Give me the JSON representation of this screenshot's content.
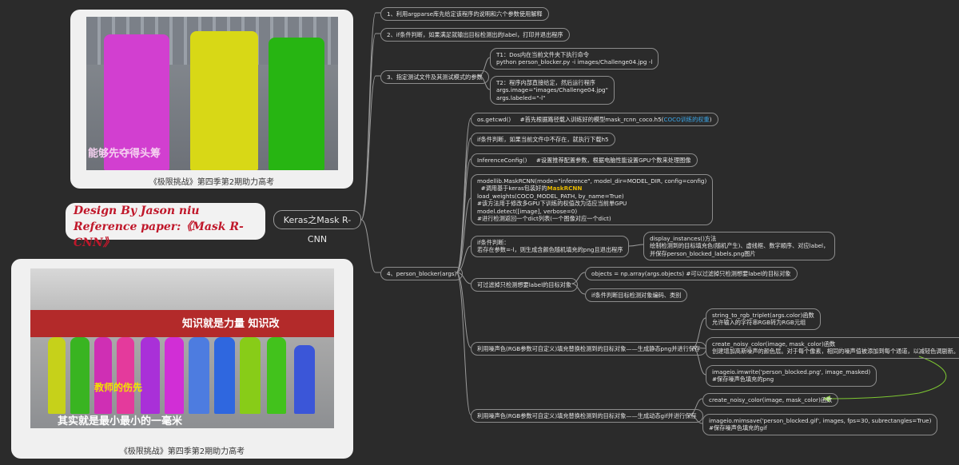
{
  "photo_top": {
    "caption": "《极限挑战》第四季第2期助力高考",
    "overlay_text": "能够先夺得头筹"
  },
  "photo_bottom": {
    "caption": "《极限挑战》第四季第2期助力高考",
    "banner_text": "知识就是力量   知识改",
    "subtitle_text": "其实就是最小最小的一毫米",
    "center_text": "教师的伤先"
  },
  "design": {
    "line1": "Design By Jason niu",
    "line2": "Reference paper:《Mask R-CNN》"
  },
  "center_node": "Keras之Mask R-CNN",
  "branches": {
    "b1": "1、利用argparse库先给定该程序的说明和六个参数使用解释",
    "b2": "2、if条件判断，如果满足就输出目标检测出的label，打印并退出程序",
    "b3": "3、指定测试文件及其测试模式的参数",
    "b3_t1": "T1：Dos内在当前文件夹下执行命令\npython person_blocker.py -i images/Challenge04.jpg -l",
    "b3_t2": "T2：程序内部直接给定，然后运行程序\nargs.image=\"images/Challenge04.jpg\"\nargs.labeled=\"-l\"",
    "b4": "4、person_blocker(args)"
  },
  "b4_children": {
    "getcwd": "os.getcwd()     #首先根据路径载入训练好的模型mask_rcnn_coco.h5(",
    "getcwd_link": "COCO训练的权重",
    "getcwd_end": ")",
    "download": "if条件判断，如果当前文件中不存在，就执行下载h5",
    "inference": "InferenceConfig()     #设置推荐配置参数，根据电脑性能设置GPU个数来处理图像",
    "model_l1": "modellib.MaskRCNN(mode=\"inference\", model_dir=MODEL_DIR, config=config)",
    "model_l2a": "  #调用基于keras包装好的",
    "model_l2b": "MaskRCNN",
    "model_rest": "load_weights(COCO_MODEL_PATH, by_name=True)\n#该方法用于修改多GPU下训练的权值改为适应当前单GPU\nmodel.detect([image], verbose=0)\n#进行检测返回一个dict列表(一个图像对应一个dict)",
    "ifcond": "if条件判断：\n若存在参数=-l，则生成含颜色随机填充的png且退出程序",
    "display": "display_instances()方法\n绘制检测到的目标填充色(随机产生)、虚线框、数字顺序、对应label，\n并保存person_blocked_labels.png图片",
    "filter": "可过滤掉只检测想要label的目标对象",
    "objects": "objects = np.array(args.objects) #可以过滤掉只检测想要label的目标对象",
    "objects2": "if条件判断目标检测对象编码、类别",
    "noise_png": "利用噪声色(RGB参数可自定义)填充替换检测到的目标对象——生成静态png并进行保存",
    "rgb": "string_to_rgb_triplet(args.color)函数\n允许输入的字符串RGB转为RGB元组",
    "noisy": "create_noisy_color(image, mask_color)函数\n创建增加高斯噪声的颜色层。对于每个像素，相同的噪声值被添加到每个通道，以减轻色调剧新。",
    "imwrite": "imageio.imwrite('person_blocked.png', image_masked)\n#保存噪声色填充的png",
    "noise_gif": "利用噪声色(RGB参数可自定义)填充替换检测到的目标对象——生成动态gif并进行保存",
    "noisy2": "create_noisy_color(image, mask_color)函数",
    "mimsave": "imageio.mimsave('person_blocked.gif', images, fps=30, subrectangles=True)\n#保存噪声色填充的gif"
  },
  "colors": {
    "background": "#2b2b2b",
    "line": "#9a9a9a",
    "accent_red": "#c0182b",
    "highlight": "#e6b800",
    "link": "#3aa6e8",
    "arrow": "#7ec832"
  }
}
